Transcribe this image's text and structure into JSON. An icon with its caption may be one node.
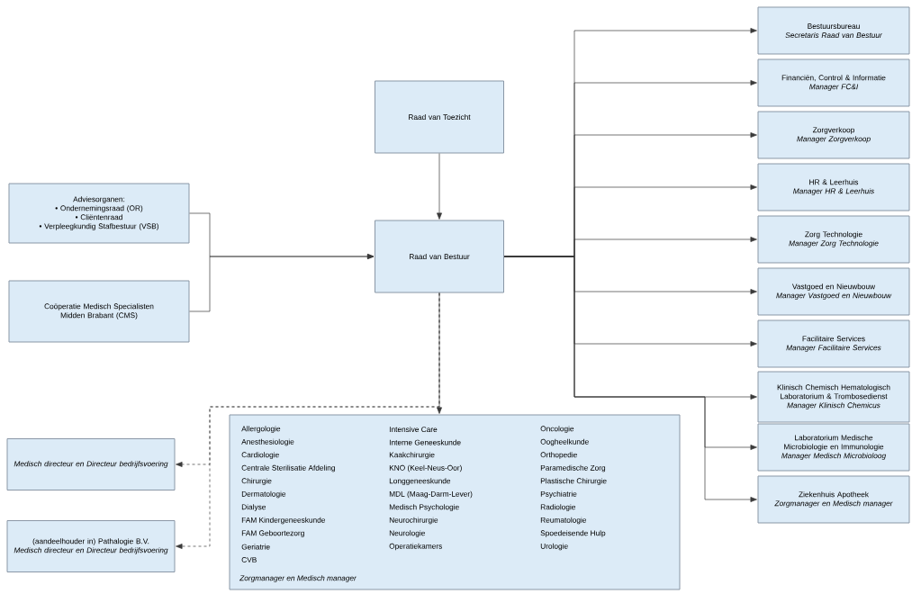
{
  "diagram": {
    "nodes": [
      {
        "text": [
          "Raad van Toezicht"
        ]
      },
      {
        "text": [
          "Adviesorganen:",
          "• Ondernemingsraad (OR)",
          "• Cliëntenraad",
          "• Verpleegkundig Stafbestuur (VSB)"
        ]
      },
      {
        "text": [
          "Coöperatie Medisch Specialisten Midden Brabant (CMS)"
        ]
      },
      {
        "text": [
          "Raad van Bestuur"
        ]
      },
      {
        "text": [
          "Bestuursbureau",
          "Secretaris Raad van Bestuur"
        ]
      },
      {
        "text": [
          "Financiën, Control & Informatie",
          "Manager FC&I"
        ]
      },
      {
        "text": [
          "Zorgverkoop",
          "Manager Zorgverkoop"
        ]
      },
      {
        "text": [
          "HR & Leerhuis",
          "Manager HR & Leerhuis"
        ]
      },
      {
        "text": [
          "Zorg Technologie",
          "Manager Zorg Technologie"
        ]
      },
      {
        "text": [
          "Vastgoed en Nieuwbouw",
          "Manager Vastgoed en Nieuwbouw"
        ]
      },
      {
        "text": [
          "Facilitaire Services",
          "Manager Facilitaire Services"
        ]
      },
      {
        "text": [
          "Klinisch Chemisch Hematologisch Laboratorium & Trombosedienst",
          "Manager Klinisch Chemicus"
        ]
      },
      {
        "text": [
          "Laboratorium Medische Microbiologie en Immunologie",
          "Manager Medisch Microbioloog"
        ]
      },
      {
        "text": [
          "Ziekenhuis Apotheek",
          "Zorgmanager en Medisch manager"
        ]
      },
      {
        "text": [
          "Allergologie",
          "Anesthesiologie",
          "Cardiologie",
          "Centrale Sterilisatie Afdeling",
          "Chirurgie",
          "Dermatologie",
          "Dialyse",
          "FAM Kindergeneeskunde",
          "FAM Geboortezorg",
          "Geriatrie",
          "CVB",
          "Intensive Care",
          "Interne Geneeskunde",
          "Kaakchirurgie",
          "KNO (Keel-Neus-Oor)",
          "Longgeneeskunde",
          "MDL (Maag-Darm-Lever)",
          "Medisch Psychologie",
          "Neurochirurgie",
          "Neurologie",
          "Operatiekamers",
          "Oncologie",
          "Oogheelkunde",
          "Orthopedie",
          "Paramedische Zorg",
          "Plastische Chirurgie",
          "Psychiatrie",
          "Radiologie",
          "Reumatologie",
          "Spoedeisende Hulp",
          "Urologie",
          "Zorgmanager en Medisch manager"
        ]
      },
      {
        "text": [
          "Medisch directeur en Directeur bedrijfsvoering"
        ]
      },
      {
        "text": [
          "(aandeelhouder in) Pathalogie B.V.",
          "Medisch directeur en Directeur bedrijfsvoering"
        ]
      }
    ],
    "edges": [
      {
        "from": 0,
        "to": 3,
        "arrow": "to"
      },
      {
        "from": 1,
        "to": 3,
        "arrow": "to"
      },
      {
        "from": 2,
        "to": 3,
        "arrow": "to"
      },
      {
        "from": 3,
        "to": 4,
        "arrow": "to"
      },
      {
        "from": 3,
        "to": 5,
        "arrow": "to"
      },
      {
        "from": 3,
        "to": 6,
        "arrow": "to"
      },
      {
        "from": 3,
        "to": 7,
        "arrow": "to"
      },
      {
        "from": 3,
        "to": 8,
        "arrow": "to"
      },
      {
        "from": 3,
        "to": 9,
        "arrow": "to"
      },
      {
        "from": 3,
        "to": 10,
        "arrow": "to"
      },
      {
        "from": 3,
        "to": 11,
        "arrow": "to"
      },
      {
        "from": 3,
        "to": 12,
        "arrow": "to"
      },
      {
        "from": 3,
        "to": 13,
        "arrow": "to"
      },
      {
        "from": 3,
        "to": 14,
        "arrow": "to"
      },
      {
        "from": 3,
        "to": 15,
        "arrow": "to",
        "style": "dashed"
      },
      {
        "from": 3,
        "to": 16,
        "arrow": "to",
        "style": "dashed"
      }
    ]
  }
}
